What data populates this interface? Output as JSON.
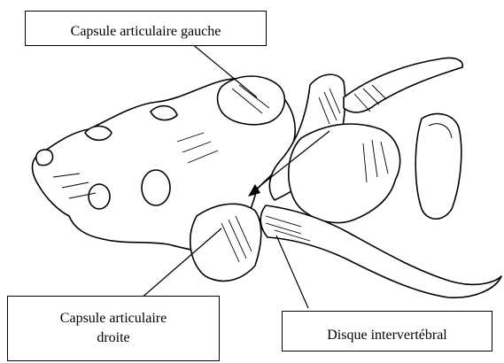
{
  "labels": {
    "left_capsule": "Capsule articulaire gauche",
    "right_capsule": "Capsule articulaire droite",
    "disc": "Disque intervertébral"
  },
  "colors": {
    "ink": "#000000",
    "background": "#ffffff"
  }
}
